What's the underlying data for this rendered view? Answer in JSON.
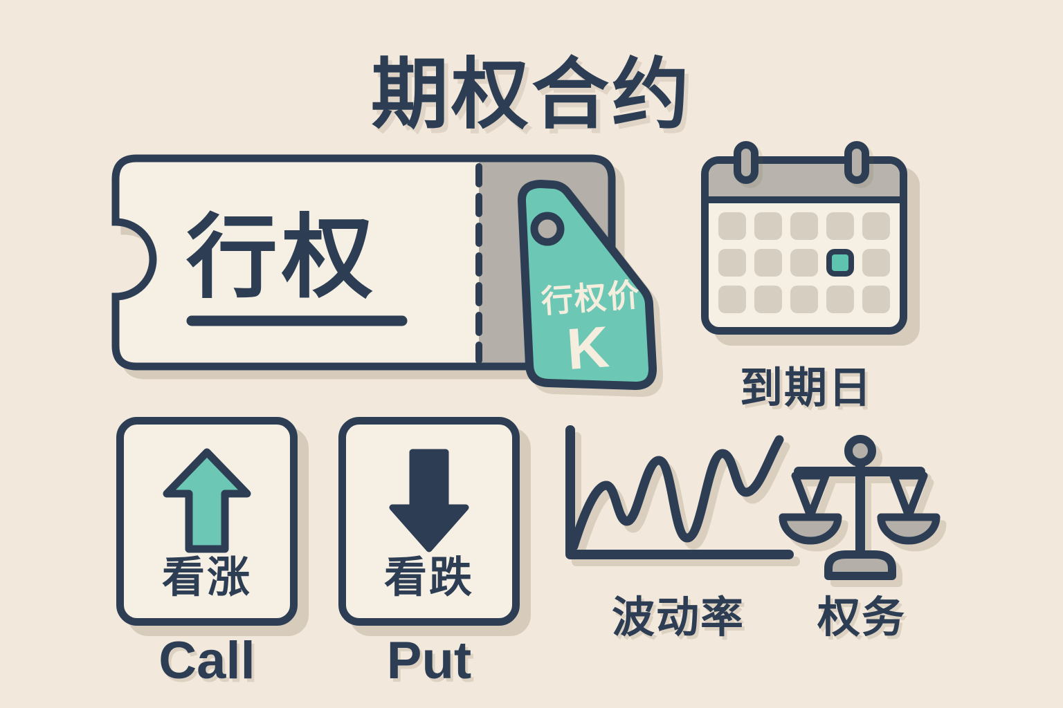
{
  "title": "期权合约",
  "ticket": {
    "label": "行权",
    "tag": {
      "label": "行权价",
      "symbol": "K"
    }
  },
  "calendar": {
    "label": "到期日"
  },
  "options": {
    "call": {
      "label": "看涨",
      "caption": "Call"
    },
    "put": {
      "label": "看跌",
      "caption": "Put"
    }
  },
  "volatility": {
    "label": "波动率"
  },
  "rights": {
    "label": "权务"
  },
  "colors": {
    "background": "#f2e9dc",
    "navy": "#2d3e54",
    "teal": "#6cc7b4",
    "teal_dark": "#5ec4af",
    "gray": "#b4b0a9",
    "cell_gray": "#d6cec1",
    "cream": "#f6efe4",
    "tag_text": "#f5eddd",
    "shadow": "#dcd2c3"
  }
}
